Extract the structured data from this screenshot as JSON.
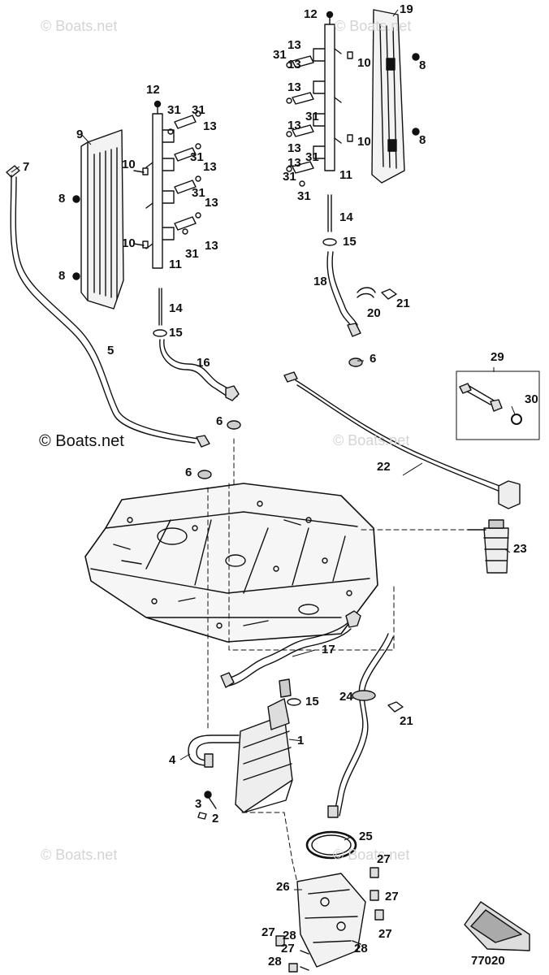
{
  "figure_number": "77020",
  "watermarks": [
    "© Boats.net",
    "© Boats.net",
    "© Boats.net",
    "© Boats.net",
    "© Boats.net",
    "© Boats.net"
  ],
  "callouts": [
    {
      "id": "c1",
      "label": "1"
    },
    {
      "id": "c2",
      "label": "2"
    },
    {
      "id": "c3",
      "label": "3"
    },
    {
      "id": "c4",
      "label": "4"
    },
    {
      "id": "c5",
      "label": "5"
    },
    {
      "id": "c6a",
      "label": "6"
    },
    {
      "id": "c6b",
      "label": "6"
    },
    {
      "id": "c6c",
      "label": "6"
    },
    {
      "id": "c7",
      "label": "7"
    },
    {
      "id": "c8a",
      "label": "8"
    },
    {
      "id": "c8b",
      "label": "8"
    },
    {
      "id": "c8c",
      "label": "8"
    },
    {
      "id": "c8d",
      "label": "8"
    },
    {
      "id": "c9",
      "label": "9"
    },
    {
      "id": "c10a",
      "label": "10"
    },
    {
      "id": "c10b",
      "label": "10"
    },
    {
      "id": "c10c",
      "label": "10"
    },
    {
      "id": "c10d",
      "label": "10"
    },
    {
      "id": "c11a",
      "label": "11"
    },
    {
      "id": "c11b",
      "label": "11"
    },
    {
      "id": "c12a",
      "label": "12"
    },
    {
      "id": "c12b",
      "label": "12"
    },
    {
      "id": "c13a",
      "label": "13"
    },
    {
      "id": "c13b",
      "label": "13"
    },
    {
      "id": "c13c",
      "label": "13"
    },
    {
      "id": "c13d",
      "label": "13"
    },
    {
      "id": "c13e",
      "label": "13"
    },
    {
      "id": "c13f",
      "label": "13"
    },
    {
      "id": "c13g",
      "label": "13"
    },
    {
      "id": "c13h",
      "label": "13"
    },
    {
      "id": "c13i",
      "label": "13"
    },
    {
      "id": "c13j",
      "label": "13"
    },
    {
      "id": "c14a",
      "label": "14"
    },
    {
      "id": "c14b",
      "label": "14"
    },
    {
      "id": "c15a",
      "label": "15"
    },
    {
      "id": "c15b",
      "label": "15"
    },
    {
      "id": "c15c",
      "label": "15"
    },
    {
      "id": "c16",
      "label": "16"
    },
    {
      "id": "c17",
      "label": "17"
    },
    {
      "id": "c18",
      "label": "18"
    },
    {
      "id": "c19",
      "label": "19"
    },
    {
      "id": "c20",
      "label": "20"
    },
    {
      "id": "c21a",
      "label": "21"
    },
    {
      "id": "c21b",
      "label": "21"
    },
    {
      "id": "c22",
      "label": "22"
    },
    {
      "id": "c23",
      "label": "23"
    },
    {
      "id": "c24",
      "label": "24"
    },
    {
      "id": "c25",
      "label": "25"
    },
    {
      "id": "c26",
      "label": "26"
    },
    {
      "id": "c27a",
      "label": "27"
    },
    {
      "id": "c27b",
      "label": "27"
    },
    {
      "id": "c27c",
      "label": "27"
    },
    {
      "id": "c27d",
      "label": "27"
    },
    {
      "id": "c27e",
      "label": "27"
    },
    {
      "id": "c28a",
      "label": "28"
    },
    {
      "id": "c28b",
      "label": "28"
    },
    {
      "id": "c28c",
      "label": "28"
    },
    {
      "id": "c29",
      "label": "29"
    },
    {
      "id": "c30",
      "label": "30"
    },
    {
      "id": "c31a",
      "label": "31"
    },
    {
      "id": "c31b",
      "label": "31"
    },
    {
      "id": "c31c",
      "label": "31"
    },
    {
      "id": "c31d",
      "label": "31"
    },
    {
      "id": "c31e",
      "label": "31"
    },
    {
      "id": "c31f",
      "label": "31"
    },
    {
      "id": "c31g",
      "label": "31"
    },
    {
      "id": "c31h",
      "label": "31"
    },
    {
      "id": "c31i",
      "label": "31"
    },
    {
      "id": "c31j",
      "label": "31"
    }
  ]
}
